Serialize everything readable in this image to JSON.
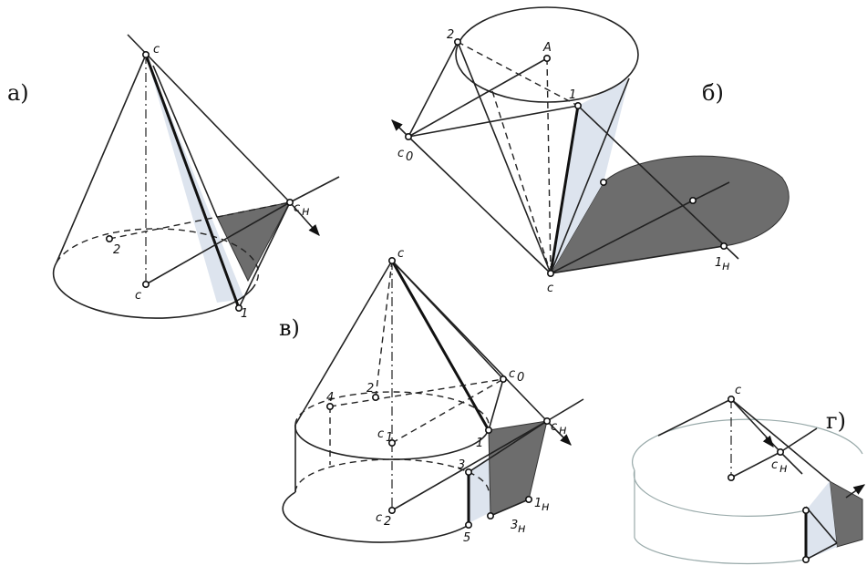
{
  "panels": {
    "a": {
      "caption": "а)",
      "points": {
        "apex": "c",
        "base_center": "c",
        "tangent": "1",
        "rim": "2",
        "shadow": "c",
        "shadow_sub": "н"
      }
    },
    "b": {
      "caption": "б)",
      "points": {
        "apex": "c",
        "base_center": "A",
        "p1": "1",
        "p2": "2",
        "c0": "c",
        "c0_sub": "0",
        "shadow": "1",
        "shadow_sub": "н"
      }
    },
    "v": {
      "caption": "в)",
      "points": {
        "apex": "c",
        "c0": "c",
        "c0_sub": "0",
        "cn": "c",
        "cn_sub": "н",
        "c1": "c",
        "c1_sub": "1",
        "c2": "c",
        "c2_sub": "2",
        "p1": "1",
        "p2": "2",
        "p3": "3",
        "p4": "4",
        "p5": "5",
        "p1n": "1",
        "p1n_sub": "н",
        "p3n": "3",
        "p3n_sub": "н"
      }
    },
    "g": {
      "caption": "г)",
      "points": {
        "apex": "c",
        "cn": "c",
        "cn_sub": "н"
      }
    }
  },
  "colors": {
    "line": "#222222",
    "shadow": "#6d6d6d",
    "light_shade": "#dde4ee",
    "background": "#ffffff"
  }
}
